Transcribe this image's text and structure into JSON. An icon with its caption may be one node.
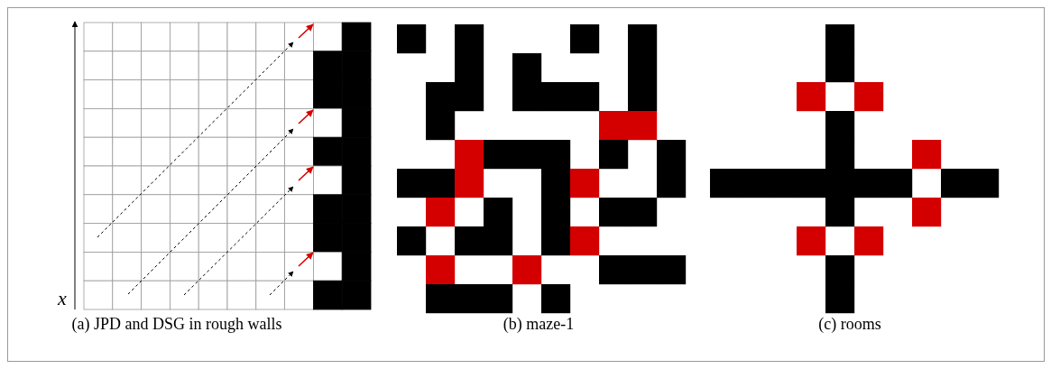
{
  "diagram": {
    "labels": [
      "x",
      "(a) JPD and DSG in rough walls",
      "(b) maze-1",
      "(c) rooms"
    ]
  }
}
